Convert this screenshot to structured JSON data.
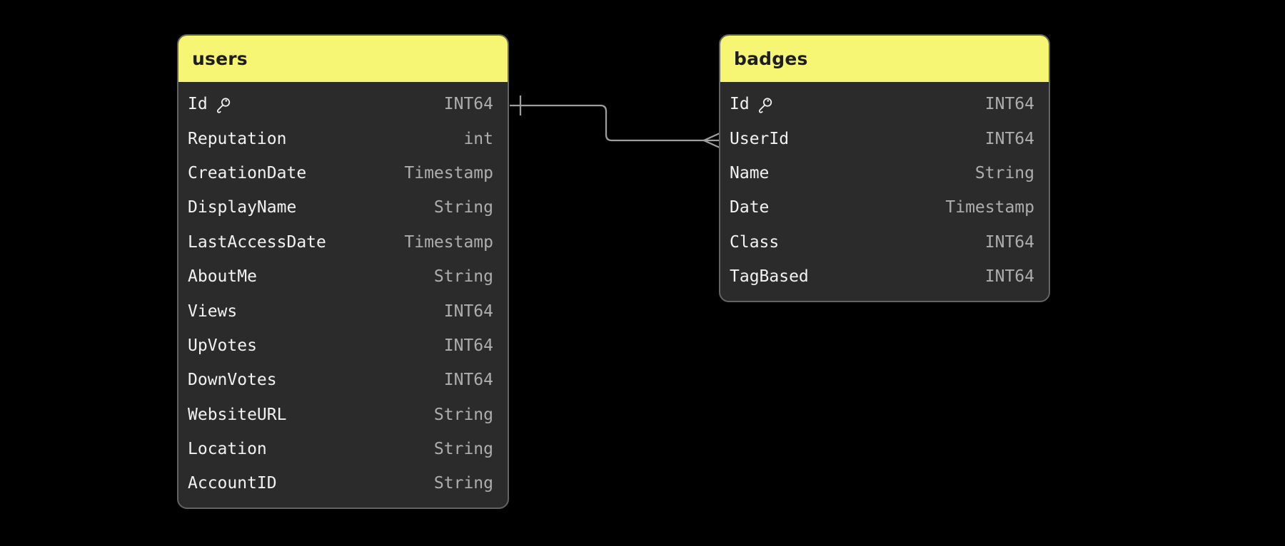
{
  "diagram": {
    "background": "#000000",
    "tables": [
      {
        "title": "users",
        "fields": [
          {
            "name": "Id",
            "type": "INT64",
            "primary_key": true
          },
          {
            "name": "Reputation",
            "type": "int"
          },
          {
            "name": "CreationDate",
            "type": "Timestamp"
          },
          {
            "name": "DisplayName",
            "type": "String"
          },
          {
            "name": "LastAccessDate",
            "type": "Timestamp"
          },
          {
            "name": "AboutMe",
            "type": "String"
          },
          {
            "name": "Views",
            "type": "INT64"
          },
          {
            "name": "UpVotes",
            "type": "INT64"
          },
          {
            "name": "DownVotes",
            "type": "INT64"
          },
          {
            "name": "WebsiteURL",
            "type": "String"
          },
          {
            "name": "Location",
            "type": "String"
          },
          {
            "name": "AccountID",
            "type": "String"
          }
        ]
      },
      {
        "title": "badges",
        "fields": [
          {
            "name": "Id",
            "type": "INT64",
            "primary_key": true
          },
          {
            "name": "UserId",
            "type": "INT64"
          },
          {
            "name": "Name",
            "type": "String"
          },
          {
            "name": "Date",
            "type": "Timestamp"
          },
          {
            "name": "Class",
            "type": "INT64"
          },
          {
            "name": "TagBased",
            "type": "INT64"
          }
        ]
      }
    ],
    "relationships": [
      {
        "from_table": "users",
        "from_field": "Id",
        "to_table": "badges",
        "to_field": "UserId",
        "from_cardinality": "one",
        "to_cardinality": "many"
      }
    ],
    "colors": {
      "header_fill": "#f6f574",
      "header_text": "#1e1e1e",
      "card_fill": "#2b2b2b",
      "card_border": "#636363",
      "field_text": "#f2f2f2",
      "type_text": "#aeaeae",
      "connector": "#9e9e9e",
      "background": "#000000"
    }
  }
}
